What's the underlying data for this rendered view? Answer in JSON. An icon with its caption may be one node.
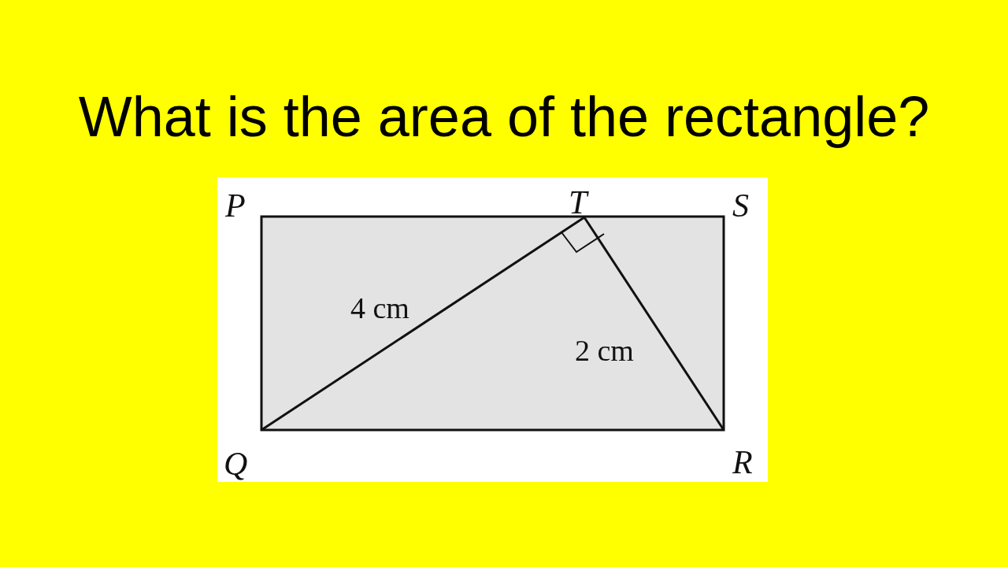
{
  "diagram": {
    "title": "What is the area of the rectangle?",
    "labels": [
      "P",
      "T",
      "S",
      "4 cm",
      "2 cm",
      "Q",
      "R"
    ]
  }
}
